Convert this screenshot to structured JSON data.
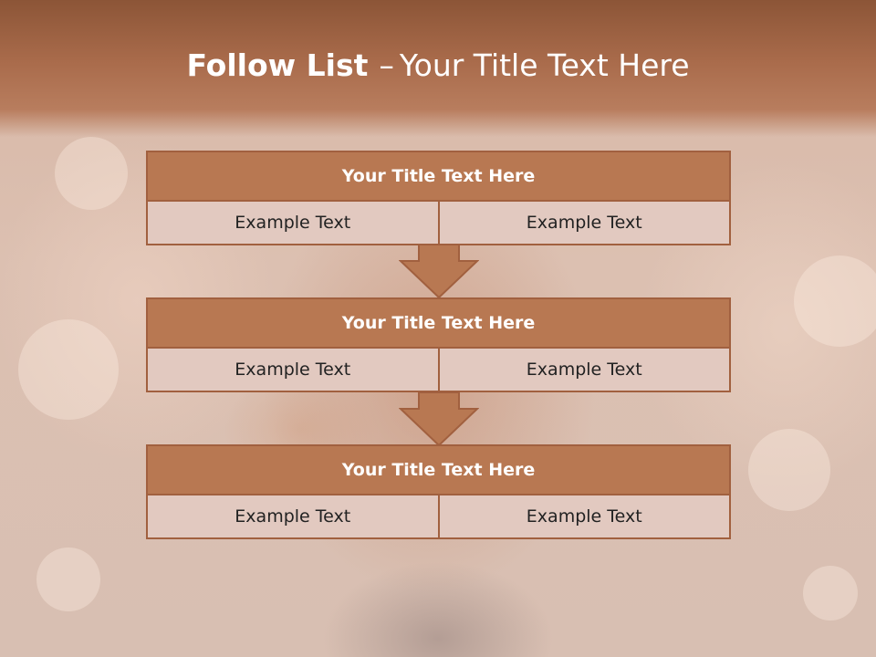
{
  "title": {
    "main": "Follow List",
    "dash": "–",
    "sub": "Your Title Text Here"
  },
  "steps": [
    {
      "heading": "Your Title Text Here",
      "left": "Example Text",
      "right": "Example Text"
    },
    {
      "heading": "Your Title Text Here",
      "left": "Example Text",
      "right": "Example Text"
    },
    {
      "heading": "Your Title Text Here",
      "left": "Example Text",
      "right": "Example Text"
    }
  ],
  "colors": {
    "header_fill": "#b87852",
    "border": "#a1603f",
    "cell_fill": "#e2c9c0",
    "band": "#a96b4b"
  }
}
